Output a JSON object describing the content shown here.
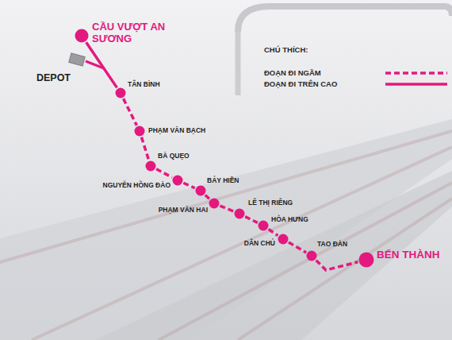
{
  "diagram": {
    "nodes": [
      {
        "text": [
          "CẦU VƯỢT AN SƯƠNG"
        ]
      },
      {
        "text": [
          "DEPOT"
        ]
      },
      {
        "text": [
          "TÂN BÌNH"
        ]
      },
      {
        "text": [
          "PHẠM VĂN BẠCH"
        ]
      },
      {
        "text": [
          "BÀ QUẸO"
        ]
      },
      {
        "text": [
          "NGUYỄN HỒNG ĐÀO"
        ]
      },
      {
        "text": [
          "BẢY HIỀN"
        ]
      },
      {
        "text": [
          "PHẠM VĂN HAI"
        ]
      },
      {
        "text": [
          "LÊ THỊ RIÊNG"
        ]
      },
      {
        "text": [
          "HÒA HƯNG"
        ]
      },
      {
        "text": [
          "DÂN CHỦ"
        ]
      },
      {
        "text": [
          "TAO ĐÀN"
        ]
      },
      {
        "text": [
          "BẾN THÀNH"
        ]
      }
    ],
    "edges": [
      {
        "from": 0,
        "to": 2,
        "arrow": "none"
      },
      {
        "from": 2,
        "to": 3,
        "arrow": "none"
      },
      {
        "from": 3,
        "to": 4,
        "arrow": "none"
      },
      {
        "from": 4,
        "to": 5,
        "arrow": "none"
      },
      {
        "from": 5,
        "to": 6,
        "arrow": "none"
      },
      {
        "from": 6,
        "to": 7,
        "arrow": "none"
      },
      {
        "from": 7,
        "to": 8,
        "arrow": "none"
      },
      {
        "from": 8,
        "to": 9,
        "arrow": "none"
      },
      {
        "from": 9,
        "to": 10,
        "arrow": "none"
      },
      {
        "from": 10,
        "to": 11,
        "arrow": "none"
      },
      {
        "from": 11,
        "to": 12,
        "arrow": "none"
      }
    ],
    "labels": [
      "CHÚ THÍCH:"
    ],
    "legend": [
      {
        "text": "ĐOẠN ĐI NGẦM"
      },
      {
        "text": "ĐOẠN ĐI TRÊN CAO"
      }
    ]
  }
}
